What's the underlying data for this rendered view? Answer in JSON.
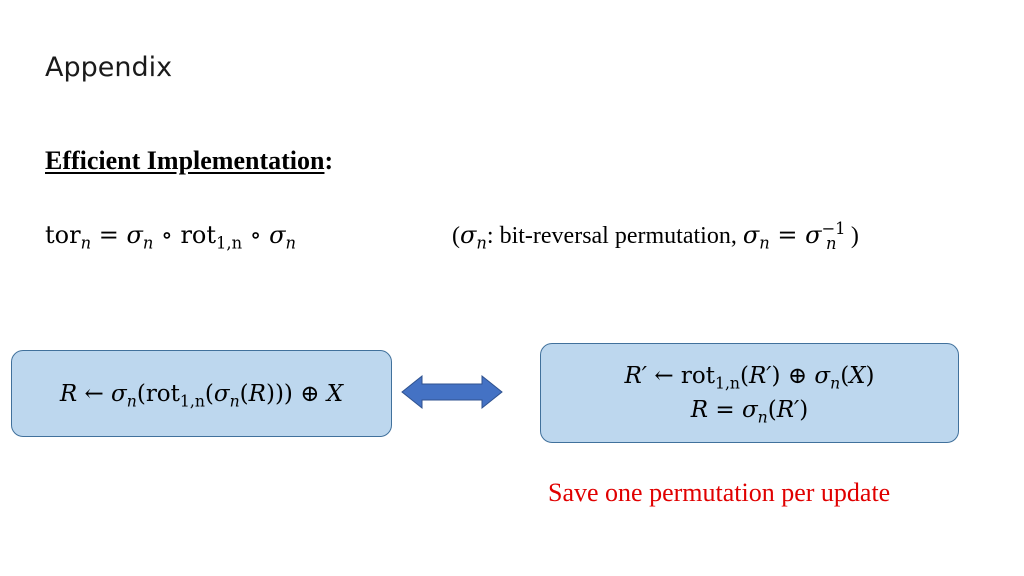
{
  "slide": {
    "title": "Appendix",
    "heading": {
      "text": "Efficient Implementation",
      "colon": ":"
    },
    "definition": {
      "tor": "tor",
      "sigma": "σ",
      "n": "n",
      "rot": "rot",
      "rot_sub": "1,n",
      "eq": "=",
      "compose": "∘"
    },
    "note": {
      "open": "(",
      "text": ": bit-reversal permutation, ",
      "inv_sup": "−1",
      "close": ")"
    },
    "left_box": {
      "R": "R",
      "arrow": "←",
      "xor": "⊕",
      "X": "X"
    },
    "right_box": {
      "R_prime": "R′",
      "R": "R"
    },
    "caption": "Save one permutation per update",
    "colors": {
      "box_fill": "#bdd7ee",
      "box_border": "#41719c",
      "arrow_fill": "#4472c4",
      "caption": "#e00000"
    }
  }
}
